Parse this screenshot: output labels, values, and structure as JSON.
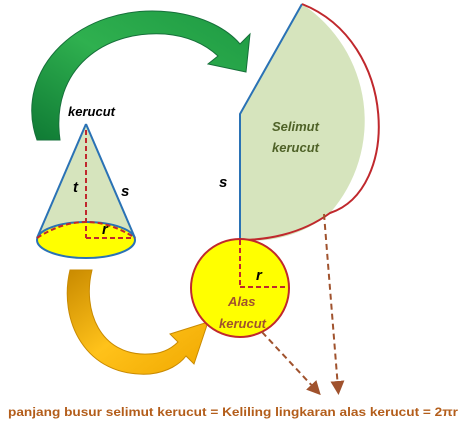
{
  "labels": {
    "cone_title": "kerucut",
    "cone_height": "t",
    "cone_slant": "s",
    "cone_radius": "r",
    "sector_slant": "s",
    "sector_line1": "Selimut",
    "sector_line2": "kerucut",
    "circle_radius": "r",
    "circle_line1": "Alas",
    "circle_line2": "kerucut"
  },
  "formula": "panjang busur selimut kerucut = Keliling lingkaran alas kerucut = 2πr",
  "colors": {
    "arrow_top": "#1f9d4a",
    "arrow_bottom": "#f2a900",
    "sector_fill": "#d6e4bd",
    "sector_arc": "#c0282d",
    "edge_blue": "#2a72b5",
    "base_fill": "#ffff00",
    "dash_red": "#c0282d",
    "dash_brown": "#a0522d",
    "sector_text": "#4f6228",
    "formula_text": "#b35d1a"
  }
}
